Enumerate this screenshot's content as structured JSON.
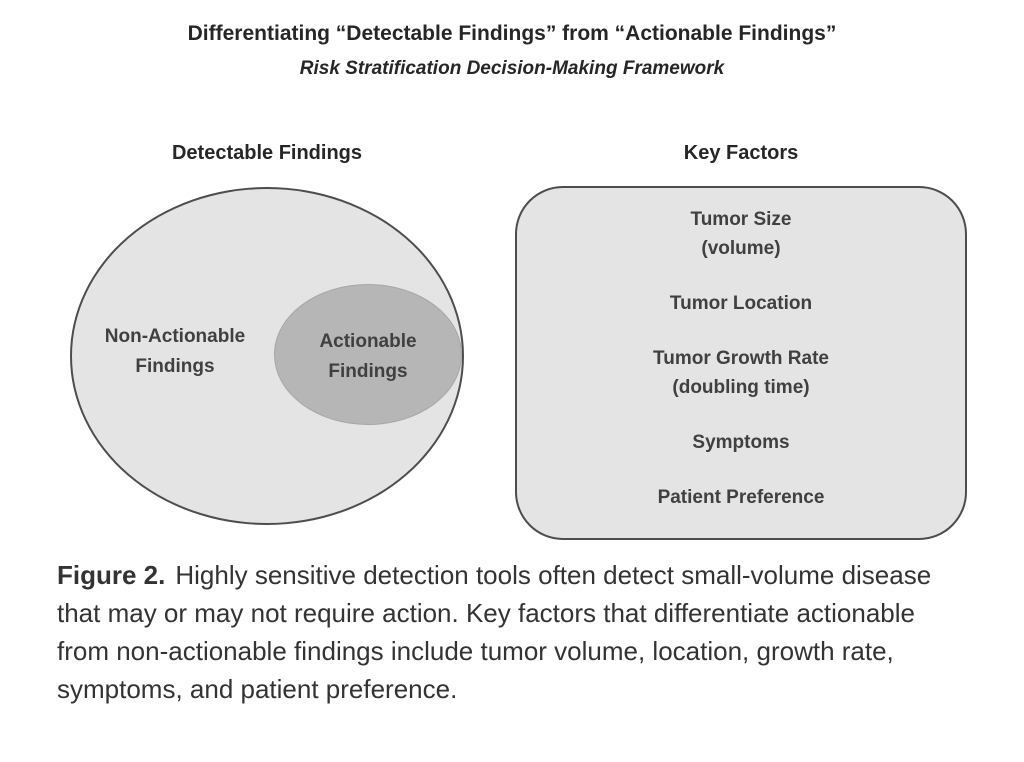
{
  "header": {
    "title": "Differentiating “Detectable Findings” from “Actionable Findings”",
    "subtitle": "Risk Stratification Decision-Making Framework"
  },
  "venn": {
    "heading": "Detectable Findings",
    "outer_label": "Non-Actionable\nFindings",
    "inner_label": "Actionable\nFindings",
    "outer_fill": "#e4e4e4",
    "inner_fill": "#b6b6b6",
    "stroke": "#4d4d4d"
  },
  "key_factors": {
    "heading": "Key Factors",
    "fill": "#e4e4e4",
    "stroke": "#4d4d4d",
    "items": [
      "Tumor Size\n(volume)",
      "Tumor Location",
      "Tumor Growth Rate\n(doubling time)",
      "Symptoms",
      "Patient Preference"
    ]
  },
  "caption": {
    "label": "Figure 2.",
    "text": "Highly sensitive detection tools often detect small-volume disease that may or may not require action. Key factors that differentiate actionable from non-actionable findings include tumor volume, location, growth rate, symptoms, and patient preference."
  }
}
